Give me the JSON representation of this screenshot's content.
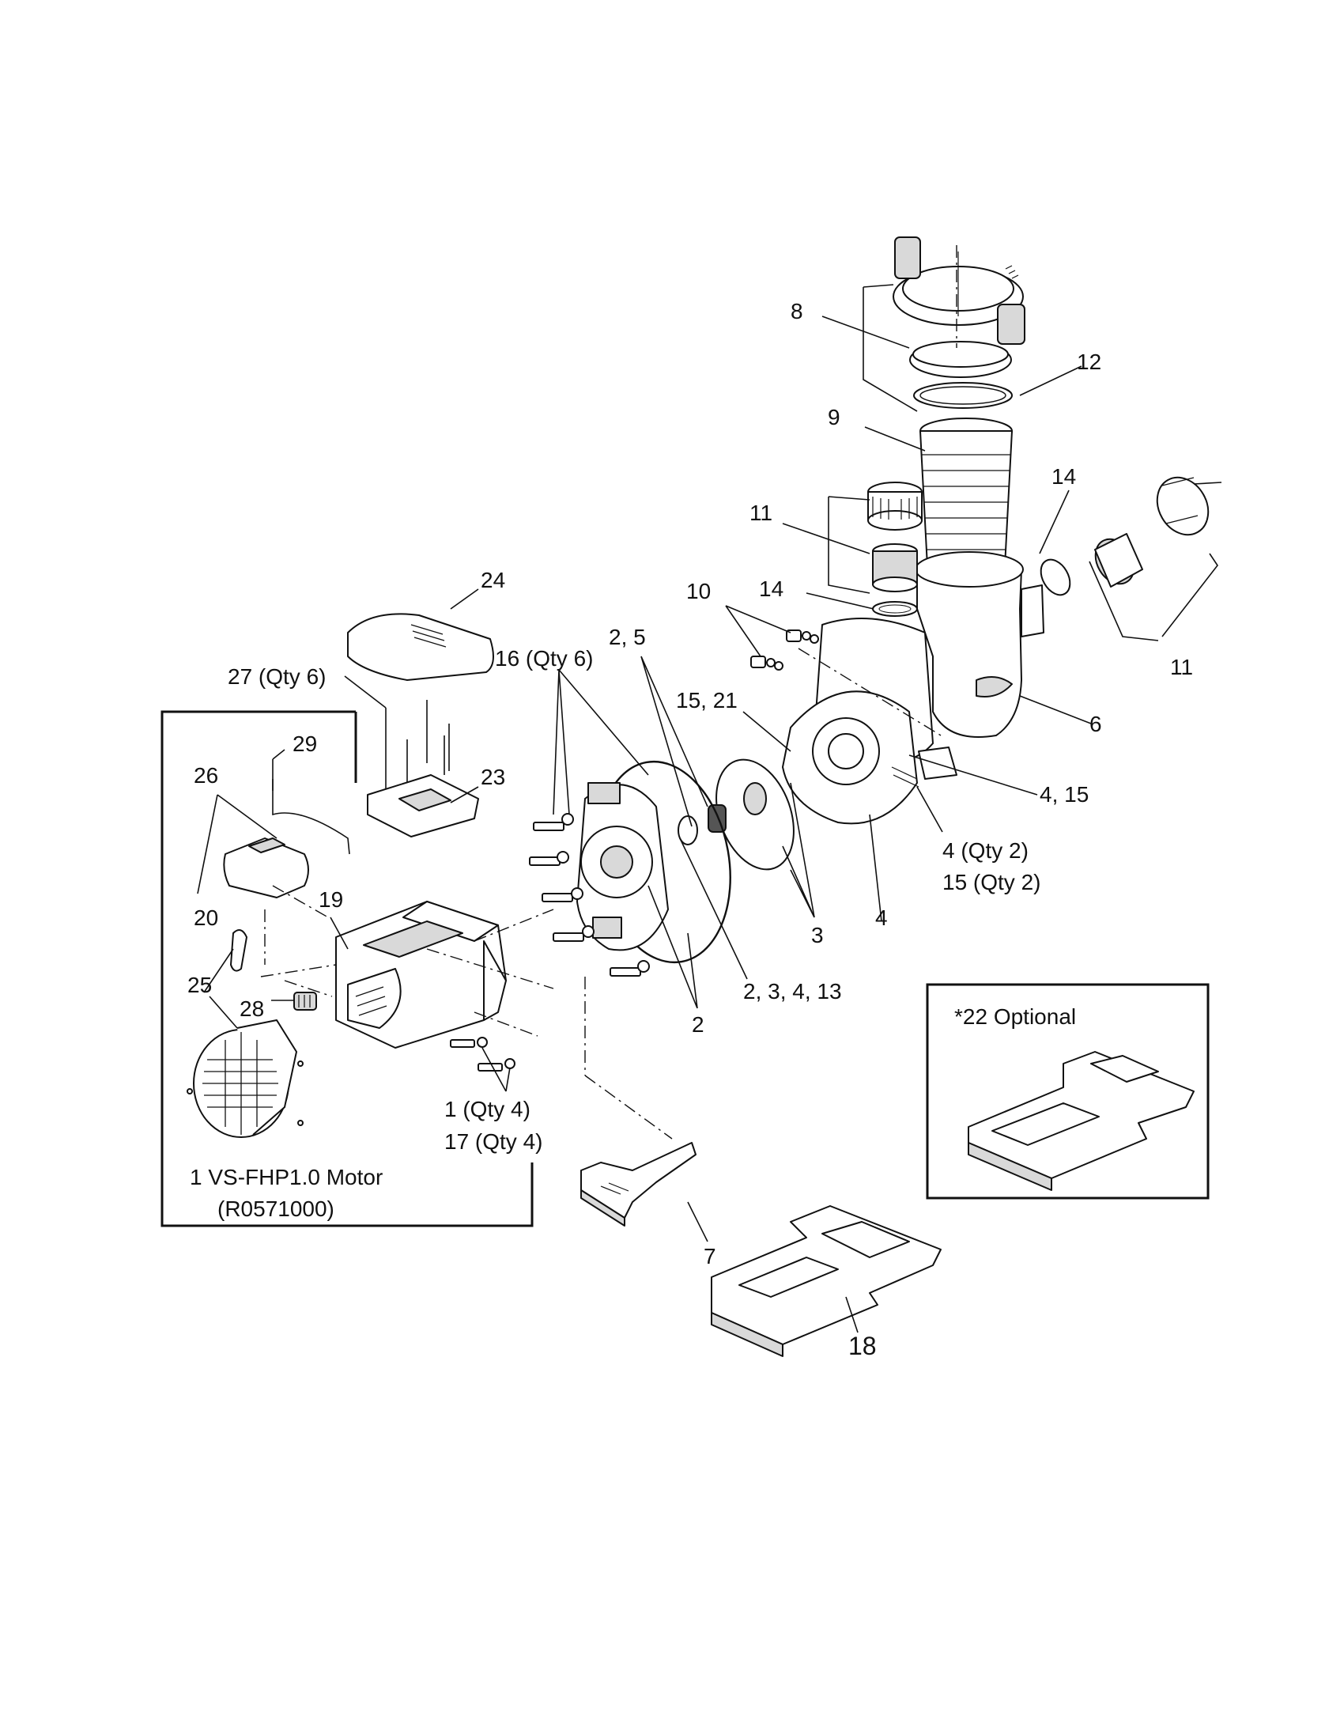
{
  "callouts": {
    "c8": "8",
    "c12": "12",
    "c9": "9",
    "c14a": "14",
    "c14b": "14",
    "c11a": "11",
    "c11b": "11",
    "c10": "10",
    "c6": "6",
    "c24": "24",
    "c27": "27 (Qty 6)",
    "c16": "16 (Qty 6)",
    "c25top": "2, 5",
    "c1521": "15, 21",
    "c415": "4, 15",
    "c4qty": "4 (Qty 2)",
    "c15qty": "15 (Qty 2)",
    "c4": "4",
    "c3": "3",
    "c2341": "2, 3, 4, 13",
    "c2": "2",
    "c29": "29",
    "c26": "26",
    "c23": "23",
    "c20": "20",
    "c19": "19",
    "c25": "25",
    "c28": "28",
    "c1qty": "1 (Qty 4)",
    "c17qty": "17 (Qty 4)",
    "c7": "7",
    "c18": "18"
  },
  "motor_box": {
    "line1": "1  VS-FHP1.0 Motor",
    "line2": "(R0571000)"
  },
  "optional_box": {
    "title": "*22 Optional"
  }
}
